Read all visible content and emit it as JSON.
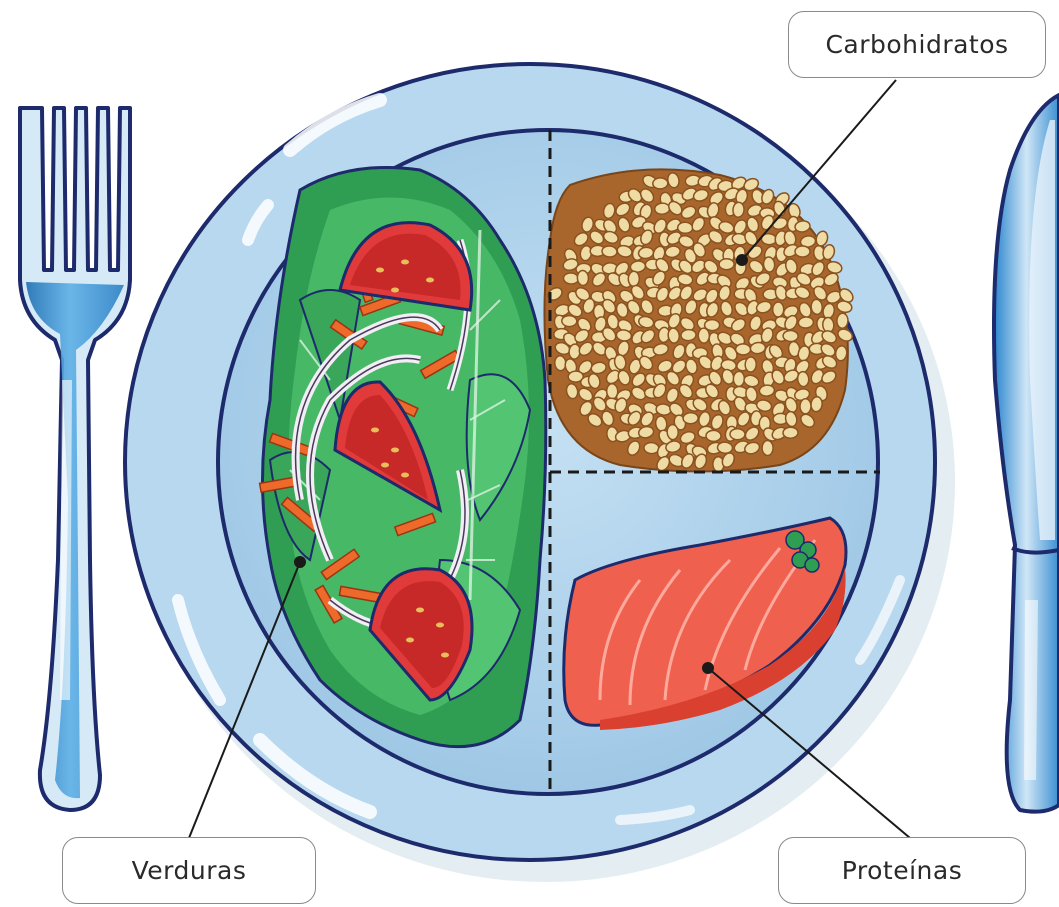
{
  "labels": {
    "carbs": "Carbohidratos",
    "vegetables": "Verduras",
    "proteins": "Proteínas"
  },
  "colors": {
    "plate_rim": "#b9d9ef",
    "plate_center": "#a6cde8",
    "outline": "#1d2a6b",
    "utensil_blue": "#3a8fd0",
    "lettuce": "#3aa65a",
    "tomato": "#e03a3a",
    "carrot": "#ee6a2a",
    "grain": "#e9d39a",
    "grain_shadow": "#a9662c",
    "salmon": "#f0604f"
  },
  "icons": [
    "fork-icon",
    "knife-icon",
    "plate-icon",
    "salad-icon",
    "rice-icon",
    "salmon-icon"
  ]
}
